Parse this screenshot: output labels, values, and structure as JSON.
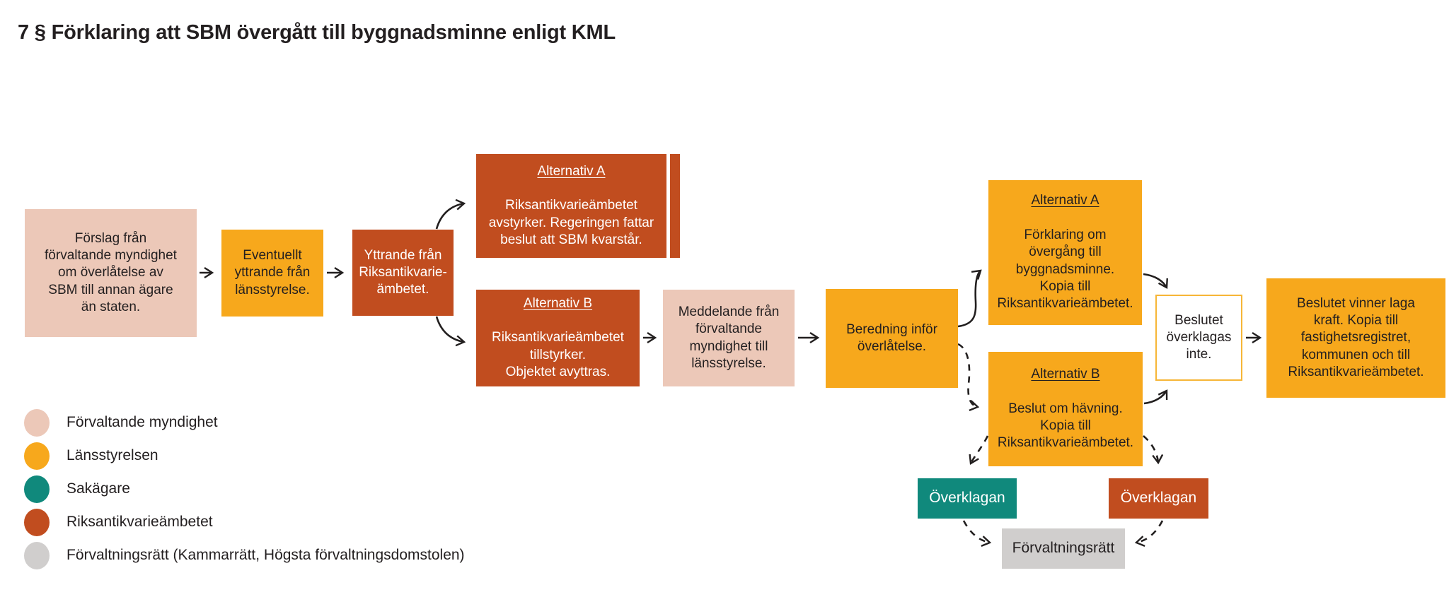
{
  "title": "7 § Förklaring att SBM övergått till byggnadsminne enligt KML",
  "flow": {
    "forslag": {
      "text": "Förslag från\nförvaltande myndighet\nom överlåtelse av\nSBM till annan ägare\nän staten."
    },
    "eventuellt": {
      "text": "Eventuellt\nyttrande från\nlänsstyrelse."
    },
    "yttrande_raa": {
      "text": "Yttrande från\nRiksantikvarie-\nämbetet."
    },
    "alt_a_raa": {
      "heading": "Alternativ A",
      "body": "Riksantikvarieämbetet\navstyrker. Regeringen fattar\nbeslut att SBM kvarstår."
    },
    "alt_b_raa": {
      "heading": "Alternativ B",
      "body": "Riksantikvarieämbetet\ntillstyrker.\nObjektet avyttras."
    },
    "meddelande": {
      "text": "Meddelande från\nförvaltande\nmyndighet till\nlänsstyrelse."
    },
    "beredning": {
      "text": "Beredning inför\növerlåtelse."
    },
    "alt_a_lst": {
      "heading": "Alternativ A",
      "body": "Förklaring om\növergång till\nbyggnadsminne.\nKopia till\nRiksantikvarieämbetet."
    },
    "alt_b_lst": {
      "heading": "Alternativ B",
      "body": "Beslut om hävning.\nKopia till\nRiksantikvarieämbetet."
    },
    "beslut_ej_overklagat": {
      "text": "Beslutet\növerklagas\ninte."
    },
    "laga_kraft": {
      "text": "Beslutet vinner laga\nkraft. Kopia till\nfastighetsregistret,\nkommunen och till\nRiksantikvarieämbetet."
    },
    "overklagan_sakagare": {
      "text": "Överklagan"
    },
    "overklagan_raa": {
      "text": "Överklagan"
    },
    "forvaltningsratt": {
      "text": "Förvaltningsrätt"
    }
  },
  "legend": {
    "items": [
      {
        "label": "Förvaltande myndighet",
        "color": "#ecc8b8"
      },
      {
        "label": "Länsstyrelsen",
        "color": "#f7a81c"
      },
      {
        "label": "Sakägare",
        "color": "#10897c"
      },
      {
        "label": "Riksantikvarieämbetet",
        "color": "#c14d1f"
      },
      {
        "label": "Förvaltningsrätt (Kammarrätt, Högsta förvaltningsdomstolen)",
        "color": "#d0cecd"
      }
    ]
  },
  "colors": {
    "forvaltande_myndighet": "#ecc8b8",
    "lansstyrelsen": "#f7a81c",
    "sakagare": "#10897c",
    "riksantikvarieambetet": "#c14d1f",
    "forvaltningsratt": "#d0cecd",
    "arrow": "#221f1f"
  }
}
